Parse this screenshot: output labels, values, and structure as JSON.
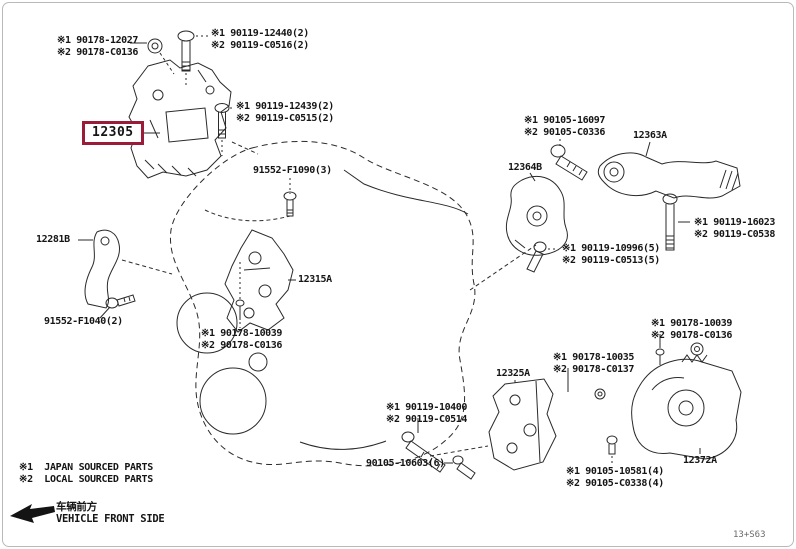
{
  "figure": {
    "code": "13+S63",
    "highlight": {
      "part_number": "12305",
      "box_color": "#9a1c38"
    }
  },
  "labels": [
    {
      "id": "l1",
      "line1": "※1 90178-12027",
      "line2": "※2 90178-C0136"
    },
    {
      "id": "l2",
      "line1": "※1 90119-12440(2)",
      "line2": "※2 90119-C0516(2)"
    },
    {
      "id": "l3",
      "line1": "※1 90119-12439(2)",
      "line2": "※2 90119-C0515(2)"
    },
    {
      "id": "l4",
      "line1": "91552-F1090(3)"
    },
    {
      "id": "l5",
      "line1": "12281B"
    },
    {
      "id": "l6",
      "line1": "91552-F1040(2)"
    },
    {
      "id": "l7",
      "line1": "12315A"
    },
    {
      "id": "l8",
      "line1": "※1 90178-10039",
      "line2": "※2 90178-C0136"
    },
    {
      "id": "l9",
      "line1": "※1 90105-16097",
      "line2": "※2 90105-C0336"
    },
    {
      "id": "l10",
      "line1": "12363A"
    },
    {
      "id": "l11",
      "line1": "12364B"
    },
    {
      "id": "l12",
      "line1": "※1 90119-16023",
      "line2": "※2 90119-C0538"
    },
    {
      "id": "l13",
      "line1": "※1 90119-10996(5)",
      "line2": "※2 90119-C0513(5)"
    },
    {
      "id": "l14",
      "line1": "※1 90178-10039",
      "line2": "※2 90178-C0136"
    },
    {
      "id": "l15",
      "line1": "※1 90178-10035",
      "line2": "※2 90178-C0137"
    },
    {
      "id": "l16",
      "line1": "12325A"
    },
    {
      "id": "l17",
      "line1": "※1 90119-10400",
      "line2": "※2 90119-C0514"
    },
    {
      "id": "l18",
      "line1": "90105-10603(6)"
    },
    {
      "id": "l19",
      "line1": "12372A"
    },
    {
      "id": "l20",
      "line1": "※1 90105-10581(4)",
      "line2": "※2 90105-C0338(4)"
    }
  ],
  "legend": {
    "japan": "※1  JAPAN SOURCED PARTS",
    "local": "※2  LOCAL SOURCED PARTS"
  },
  "front_side": {
    "chinese": "车辆前方",
    "english": "VEHICLE FRONT SIDE"
  }
}
